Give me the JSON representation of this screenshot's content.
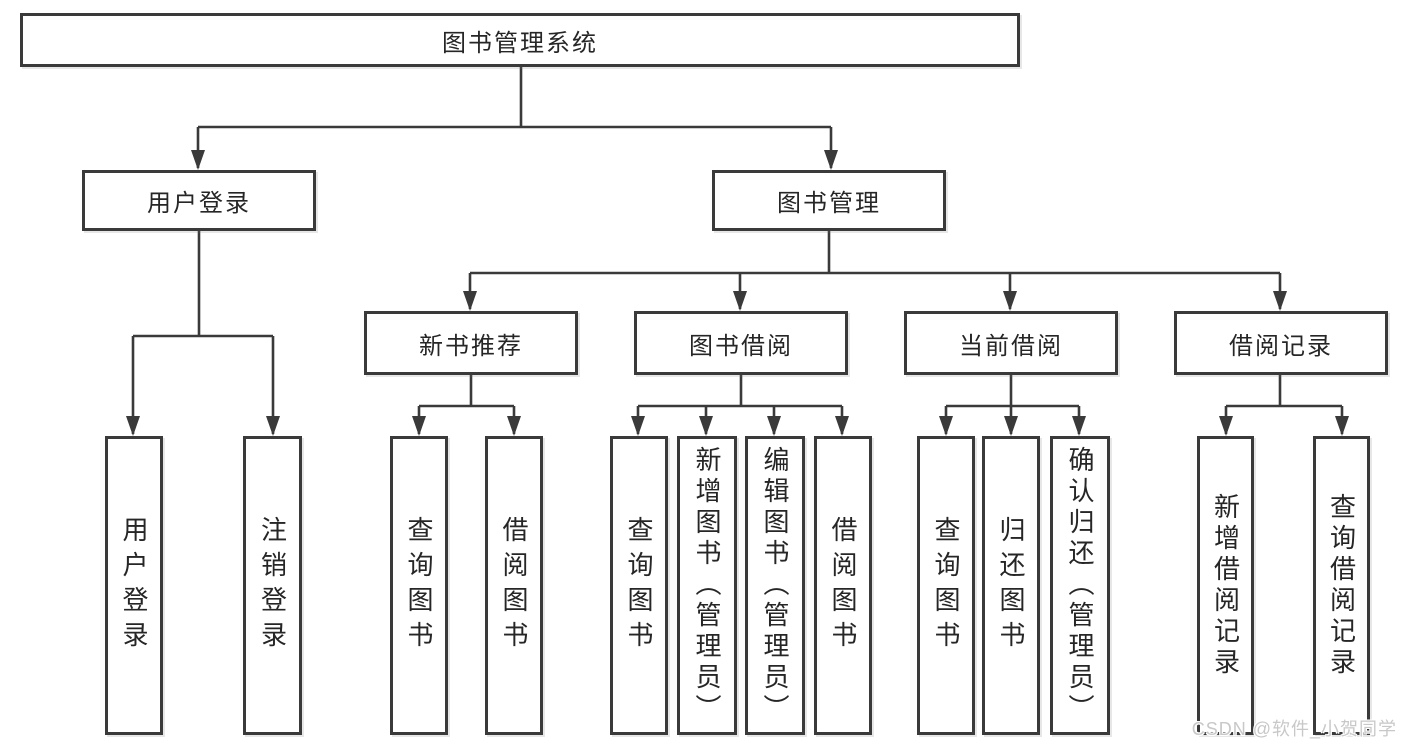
{
  "root": {
    "label": "图书管理系统"
  },
  "branches": [
    {
      "label": "用户登录",
      "leaves": [
        {
          "label": "用户登录"
        },
        {
          "label": "注销登录"
        }
      ]
    },
    {
      "label": "图书管理",
      "children": [
        {
          "label": "新书推荐",
          "leaves": [
            {
              "label": "查询图书"
            },
            {
              "label": "借阅图书"
            }
          ]
        },
        {
          "label": "图书借阅",
          "leaves": [
            {
              "label": "查询图书"
            },
            {
              "label": "新增图书（管理员）"
            },
            {
              "label": "编辑图书（管理员）"
            },
            {
              "label": "借阅图书"
            }
          ]
        },
        {
          "label": "当前借阅",
          "leaves": [
            {
              "label": "查询图书"
            },
            {
              "label": "归还图书"
            },
            {
              "label": "确认归还（管理员）"
            }
          ]
        },
        {
          "label": "借阅记录",
          "leaves": [
            {
              "label": "新增借阅记录"
            },
            {
              "label": "查询借阅记录"
            }
          ]
        }
      ]
    }
  ],
  "watermark": {
    "text": "CSDN @软件_小贺同学"
  },
  "colors": {
    "line": "#3a3a3a",
    "box_border": "#3a3a3a",
    "box_fill": "#ffffff",
    "text": "#262626",
    "watermark": "#c8c8c8",
    "background": "#ffffff"
  }
}
